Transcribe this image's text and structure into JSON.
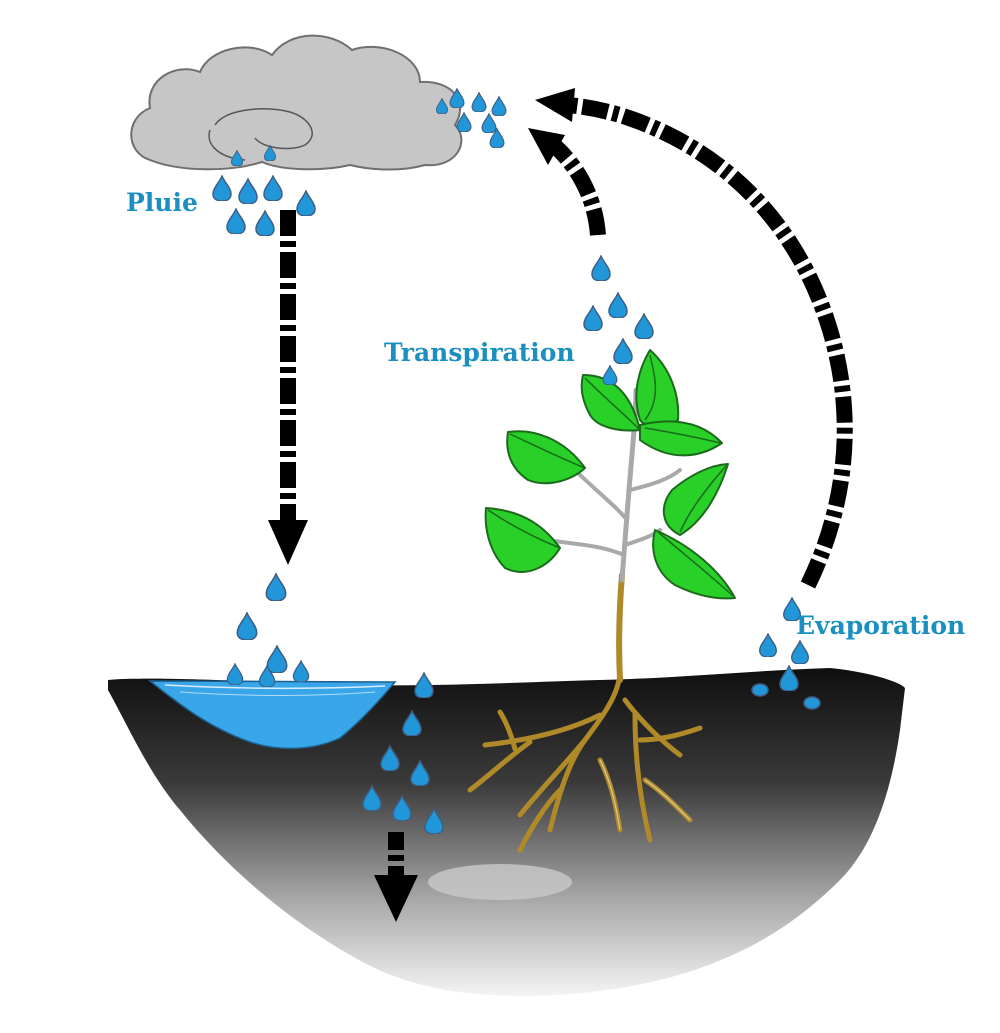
{
  "labels": {
    "rain": "Pluie",
    "transpiration": "Transpiration",
    "evaporation": "Evaporation"
  },
  "colors": {
    "label_text": "#1a8fc0",
    "water_drop": "#2196d8",
    "drop_outline": "#4a6a8a",
    "cloud_fill": "#c6c6c6",
    "cloud_stroke": "#6f6f6f",
    "leaf_fill": "#28d028",
    "leaf_stroke": "#1c6a1c",
    "stem": "#a9a9a9",
    "root": "#b08a28",
    "pond": "#3aa6ea",
    "ground_top": "#111111",
    "ground_bottom": "#f0f0f0",
    "arrow": "#000000"
  },
  "icons": {
    "cloud": "cloud-icon",
    "plant": "plant-icon",
    "drop": "water-drop-icon",
    "arrow": "dashed-arrow-icon"
  }
}
